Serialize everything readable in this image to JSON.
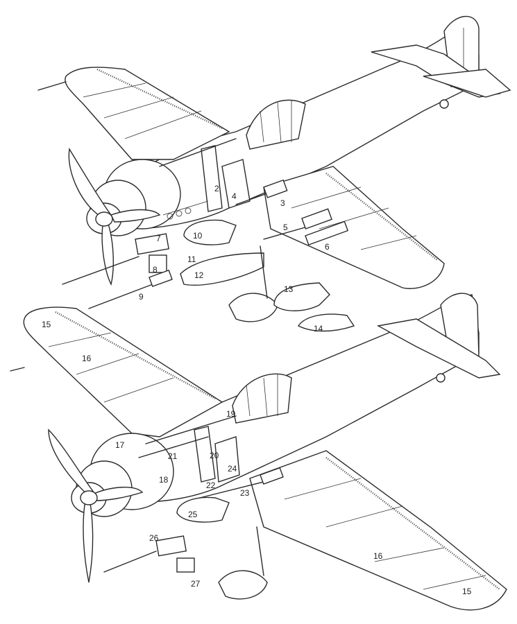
{
  "diagram": {
    "type": "exploded-armament-line-drawing",
    "views": [
      {
        "name": "upper-aircraft",
        "callouts": [
          "2",
          "3",
          "4",
          "5",
          "6",
          "7",
          "8",
          "9",
          "10",
          "11",
          "12",
          "13",
          "14"
        ]
      },
      {
        "name": "lower-aircraft",
        "callouts": [
          "15",
          "16",
          "17",
          "18",
          "19",
          "20",
          "21",
          "22",
          "23",
          "24",
          "25",
          "26",
          "27",
          "16",
          "15"
        ]
      }
    ]
  },
  "labels": {
    "l2": "2",
    "l3": "3",
    "l4": "4",
    "l5": "5",
    "l6": "6",
    "l7": "7",
    "l8": "8",
    "l9": "9",
    "l10": "10",
    "l11": "11",
    "l12": "12",
    "l13": "13",
    "l14": "14",
    "l15a": "15",
    "l16a": "16",
    "l17": "17",
    "l18": "18",
    "l19": "19",
    "l20": "20",
    "l21": "21",
    "l22": "22",
    "l23": "23",
    "l24": "24",
    "l25": "25",
    "l26": "26",
    "l27": "27",
    "l16b": "16",
    "l15b": "15"
  },
  "colors": {
    "line": "#2a2a2a",
    "background": "#ffffff"
  }
}
